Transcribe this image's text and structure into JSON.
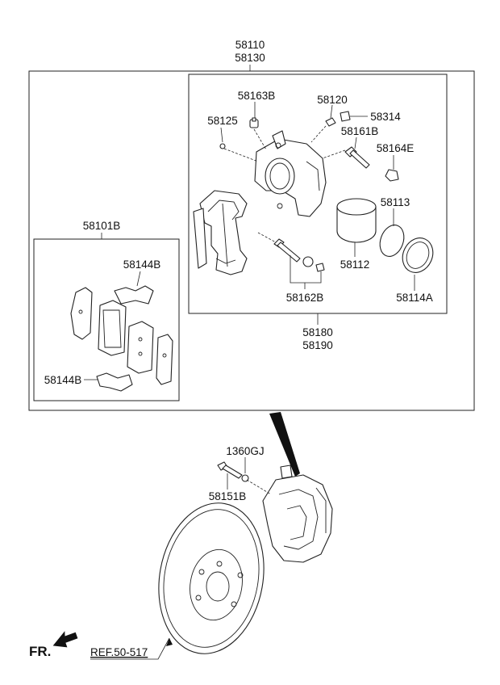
{
  "labels": {
    "assembly_top_1": "58110",
    "assembly_top_2": "58130",
    "pad_kit": "58101B",
    "pad_clip_upper": "58144B",
    "pad_clip_lower": "58144B",
    "bleeder_cap": "58163B",
    "bleeder_screw": "58120",
    "bleeder_cap_small": "58314",
    "caliper_plug": "58125",
    "guide_bolt": "58161B",
    "boot": "58164E",
    "piston_seal": "58113",
    "piston": "58112",
    "piston_boot": "58114A",
    "guide_pin_kit": "58162B",
    "caliper_body_1": "58180",
    "caliper_body_2": "58190",
    "washer_bolt": "1360GJ",
    "mount_bolt": "58151B",
    "fr": "FR.",
    "ref": "REF.50-517"
  },
  "icons": [
    "fr-arrow-icon",
    "pointer-wedge-icon"
  ]
}
